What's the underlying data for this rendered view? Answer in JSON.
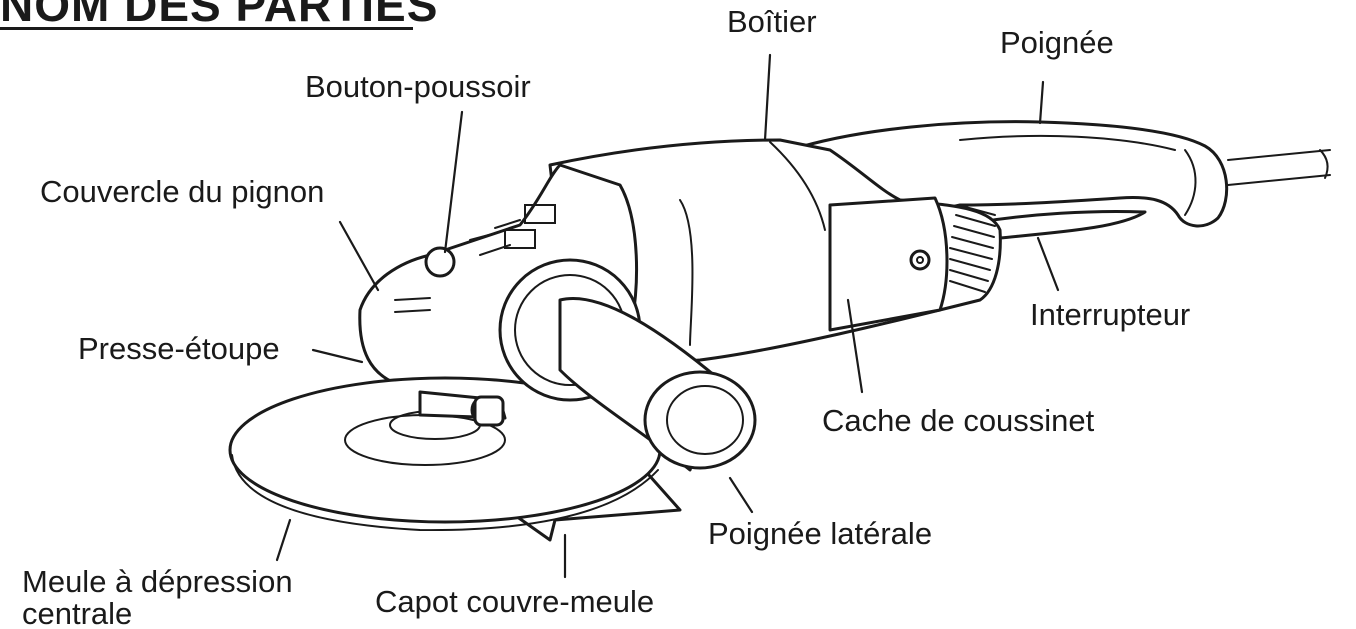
{
  "header": {
    "title": "NOM DES PARTIES"
  },
  "labels": {
    "boitier": "Boîtier",
    "poignee": "Poignée",
    "bouton_poussoir": "Bouton-poussoir",
    "couvercle_pignon": "Couvercle du pignon",
    "interrupteur": "Interrupteur",
    "presse_etoupe": "Presse-étoupe",
    "cache_coussinet": "Cache de coussinet",
    "poignee_laterale": "Poignée latérale",
    "meule_line1": "Meule à dépression",
    "meule_line2": "centrale",
    "capot": "Capot couvre-meule"
  }
}
